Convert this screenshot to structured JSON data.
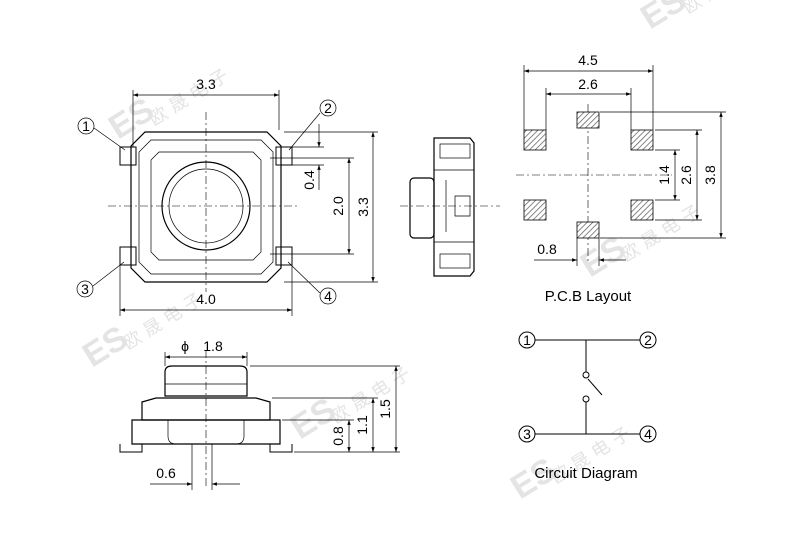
{
  "watermark": {
    "brand": "ES",
    "name_cn": "欧 晟 电 子"
  },
  "top_view": {
    "dim_width": "3.3",
    "dim_total_width": "4.0",
    "dim_pitch": "0.4",
    "dim_height": "2.0",
    "dim_total_height": "3.3",
    "pins": [
      "1",
      "2",
      "3",
      "4"
    ]
  },
  "front_view": {
    "dim_diameter": "1.8",
    "diameter_symbol": "ϕ",
    "dim_h1": "0.8",
    "dim_h2": "1.1",
    "dim_h3": "1.5",
    "dim_pin": "0.6"
  },
  "pcb_layout": {
    "caption": "P.C.B Layout",
    "dim_width": "4.5",
    "dim_inner": "2.6",
    "dim_pad_gap": "1.4",
    "dim_pad_span": "2.6",
    "dim_height": "3.8",
    "dim_pad": "0.8"
  },
  "circuit": {
    "caption": "Circuit Diagram",
    "pins": [
      "1",
      "2",
      "3",
      "4"
    ]
  }
}
